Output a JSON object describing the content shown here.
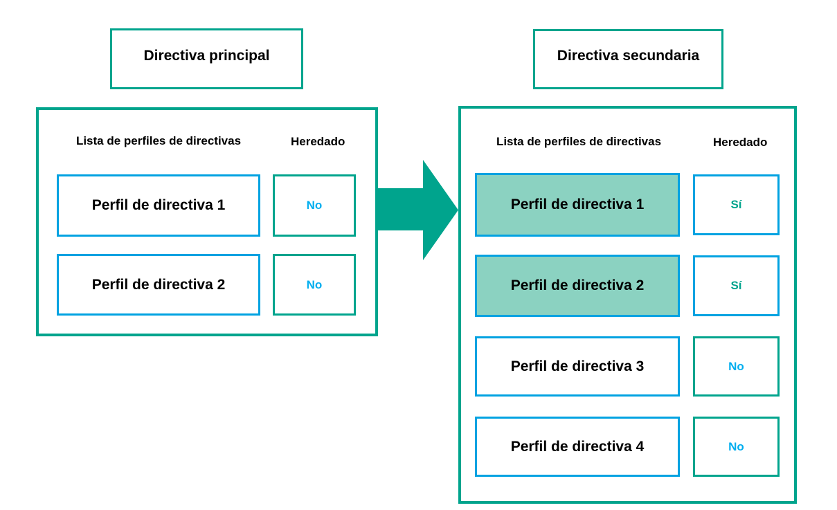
{
  "diagram": {
    "colors": {
      "teal": "#00A48D",
      "teal_fill": "#8BD2C1",
      "blue_border": "#00A2E1",
      "blue_text": "#00AEEF"
    },
    "arrow": {
      "icon": "right-arrow"
    },
    "main_policy": {
      "title": "Directiva principal",
      "header_profiles": "Lista de perfiles de directivas",
      "header_inherited": "Heredado",
      "rows": [
        {
          "profile": "Perfil de directiva 1",
          "inherited": "No",
          "highlighted": false
        },
        {
          "profile": "Perfil de directiva 2",
          "inherited": "No",
          "highlighted": false
        }
      ]
    },
    "secondary_policy": {
      "title": "Directiva secundaria",
      "header_profiles": "Lista de perfiles de directivas",
      "header_inherited": "Heredado",
      "rows": [
        {
          "profile": "Perfil de directiva 1",
          "inherited": "Sí",
          "highlighted": true
        },
        {
          "profile": "Perfil de directiva 2",
          "inherited": "Sí",
          "highlighted": true
        },
        {
          "profile": "Perfil de directiva 3",
          "inherited": "No",
          "highlighted": false
        },
        {
          "profile": "Perfil de directiva 4",
          "inherited": "No",
          "highlighted": false
        }
      ]
    }
  }
}
